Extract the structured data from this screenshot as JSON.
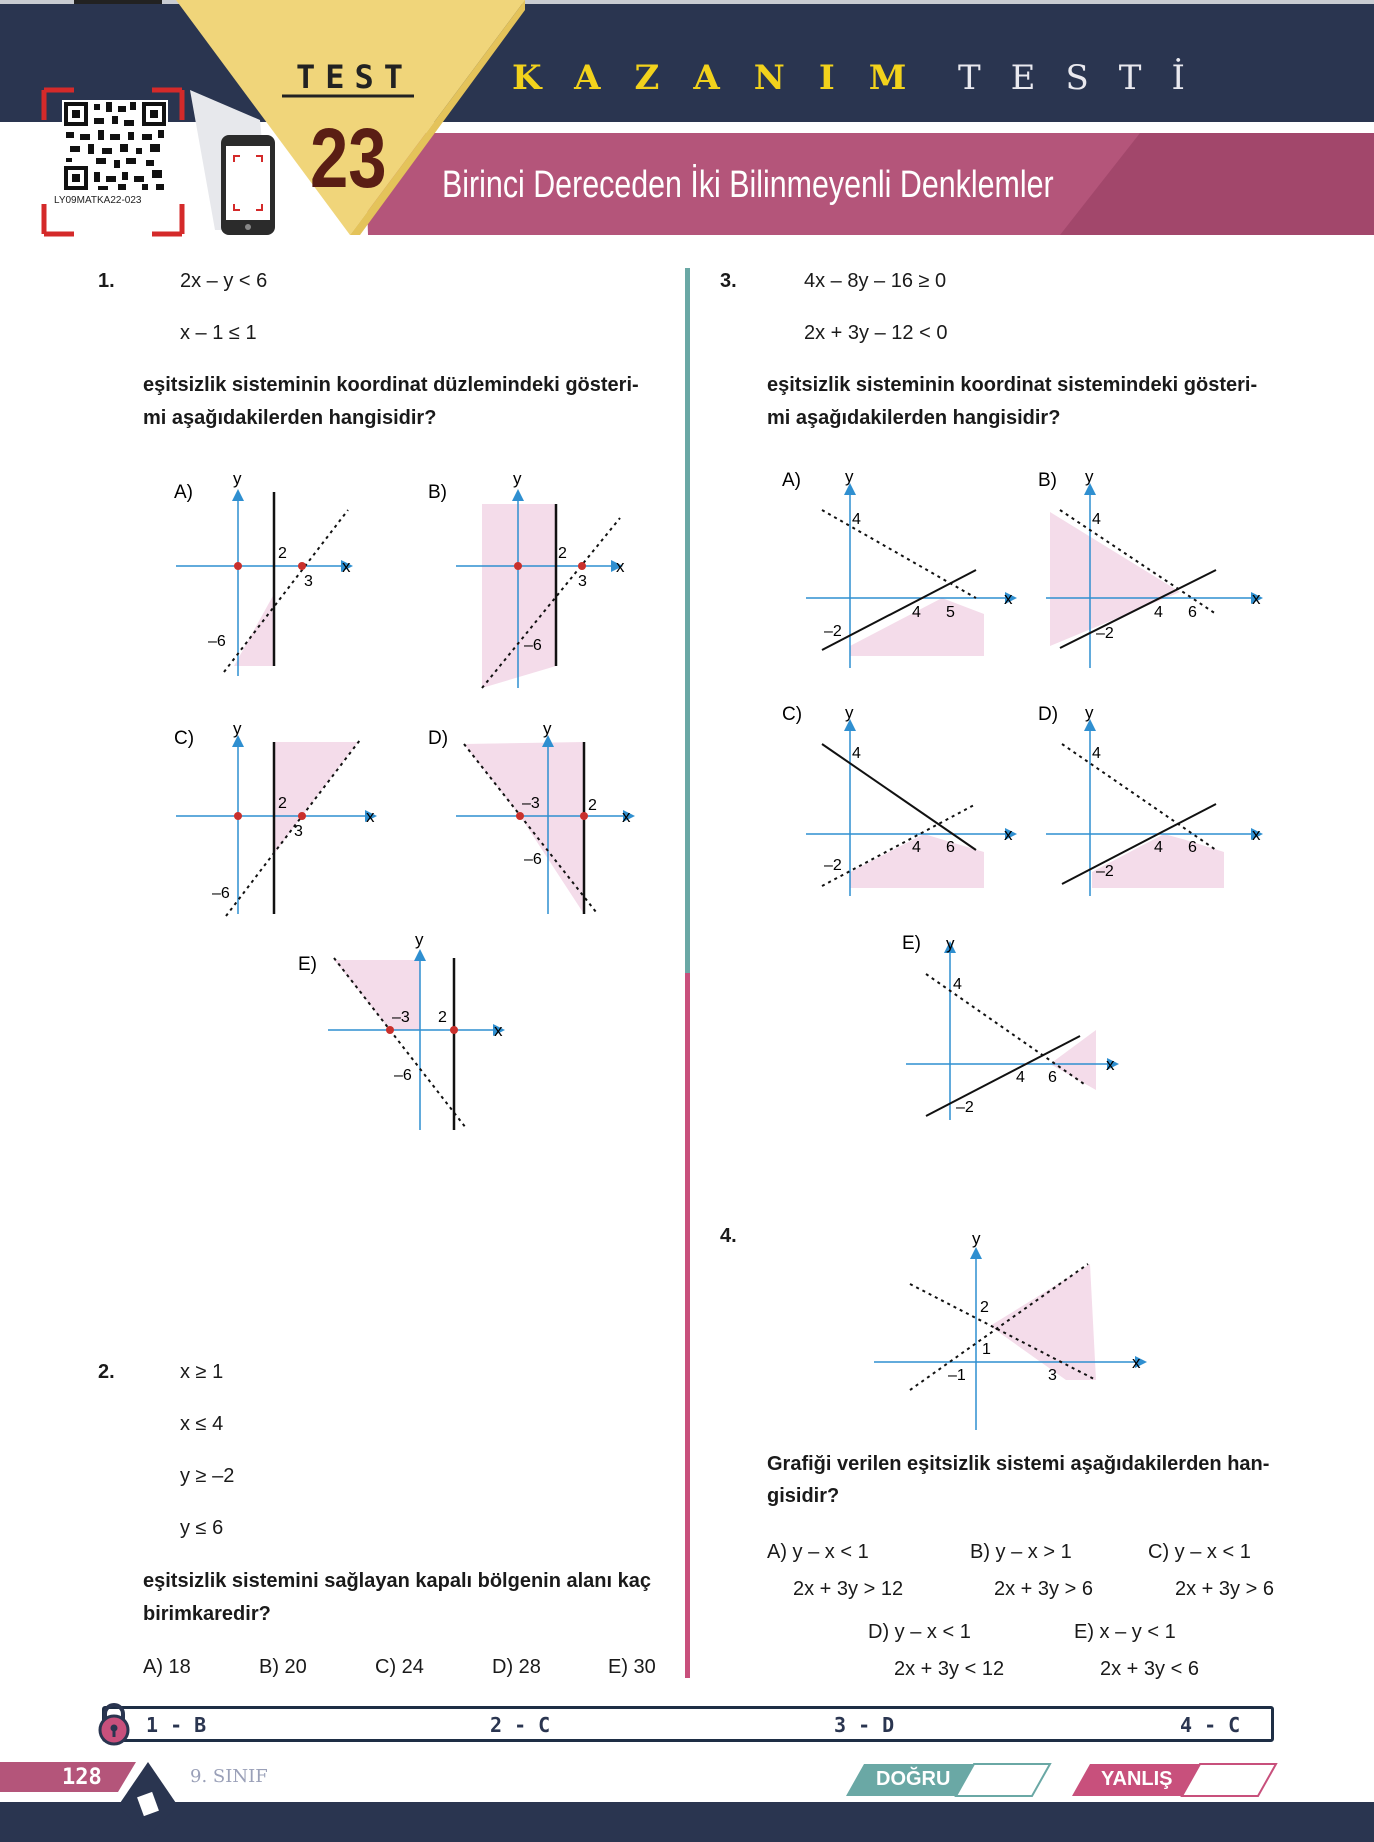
{
  "header": {
    "test_label": "TEST",
    "test_number": "23",
    "title_part1": "KAZANIM",
    "title_part2": "TESTİ",
    "subtitle": "Birinci Dereceden İki Bilinmeyenli Denklemler",
    "qr_caption": "LY09MATKA22-023"
  },
  "q1": {
    "number": "1.",
    "ineq1": "2x – y < 6",
    "ineq2": "x – 1 ≤ 1",
    "stem_l1": "eşitsizlik sisteminin koordinat düzlemindeki gösteri-",
    "stem_l2": "mi aşağıdakilerden hangisidir?",
    "graphs": {
      "A": {
        "label": "A)",
        "x": "x",
        "y": "y",
        "t1": "2",
        "t2": "3",
        "t3": "–6"
      },
      "B": {
        "label": "B)",
        "x": "x",
        "y": "y",
        "t1": "2",
        "t2": "3",
        "t3": "–6"
      },
      "C": {
        "label": "C)",
        "x": "x",
        "y": "y",
        "t1": "2",
        "t2": "3",
        "t3": "–6"
      },
      "D": {
        "label": "D)",
        "x": "x",
        "y": "y",
        "t1": "–3",
        "t2": "2",
        "t3": "–6"
      },
      "E": {
        "label": "E)",
        "x": "x",
        "y": "y",
        "t1": "–3",
        "t2": "2",
        "t3": "–6"
      }
    }
  },
  "q2": {
    "number": "2.",
    "ineq1": "x ≥ 1",
    "ineq2": "x ≤ 4",
    "ineq3": "y ≥ –2",
    "ineq4": "y ≤ 6",
    "stem_l1": "eşitsizlik sistemini sağlayan kapalı bölgenin alanı kaç",
    "stem_l2": "birimkaredir?",
    "choices": [
      "A) 18",
      "B) 20",
      "C) 24",
      "D) 28",
      "E) 30"
    ]
  },
  "q3": {
    "number": "3.",
    "ineq1": "4x – 8y – 16 ≥ 0",
    "ineq2": "2x + 3y – 12 < 0",
    "stem_l1": "eşitsizlik sisteminin koordinat sistemindeki gösteri-",
    "stem_l2": "mi aşağıdakilerden hangisidir?",
    "graphs": {
      "A": {
        "label": "A)",
        "x": "x",
        "y": "y",
        "t4": "4",
        "tx1": "4",
        "tx2": "5",
        "tn": "–2"
      },
      "B": {
        "label": "B)",
        "x": "x",
        "y": "y",
        "t4": "4",
        "tx1": "4",
        "tx2": "6",
        "tn": "–2"
      },
      "C": {
        "label": "C)",
        "x": "x",
        "y": "y",
        "t4": "4",
        "tx1": "4",
        "tx2": "6",
        "tn": "–2"
      },
      "D": {
        "label": "D)",
        "x": "x",
        "y": "y",
        "t4": "4",
        "tx1": "4",
        "tx2": "6",
        "tn": "–2"
      },
      "E": {
        "label": "E)",
        "x": "x",
        "y": "y",
        "t4": "4",
        "tx1": "4",
        "tx2": "6",
        "tn": "–2"
      }
    }
  },
  "q4": {
    "number": "4.",
    "graph": {
      "x": "x",
      "y": "y",
      "t2": "2",
      "t1": "1",
      "tm1": "–1",
      "t3": "3"
    },
    "stem_l1": "Grafiği verilen eşitsizlik sistemi aşağıdakilerden han-",
    "stem_l2": "gisidir?",
    "choices": {
      "A1": "A) y – x < 1",
      "A2": "2x + 3y > 12",
      "B1": "B) y – x > 1",
      "B2": "2x + 3y > 6",
      "C1": "C) y – x < 1",
      "C2": "2x + 3y > 6",
      "D1": "D) y – x < 1",
      "D2": "2x + 3y < 12",
      "E1": "E) x – y  < 1",
      "E2": "2x + 3y < 6"
    }
  },
  "answers": [
    "1 - B",
    "2 - C",
    "3 - D",
    "4 - C"
  ],
  "footer": {
    "page": "128",
    "grade": "9. SINIF",
    "correct": "DOĞRU",
    "wrong": "YANLIŞ"
  },
  "colors": {
    "navy": "#2a3550",
    "pink": "#b4557a",
    "yellow": "#f0d57a",
    "shade": "#f4dcea",
    "axis": "#2f8fd0",
    "point": "#c9302c"
  }
}
